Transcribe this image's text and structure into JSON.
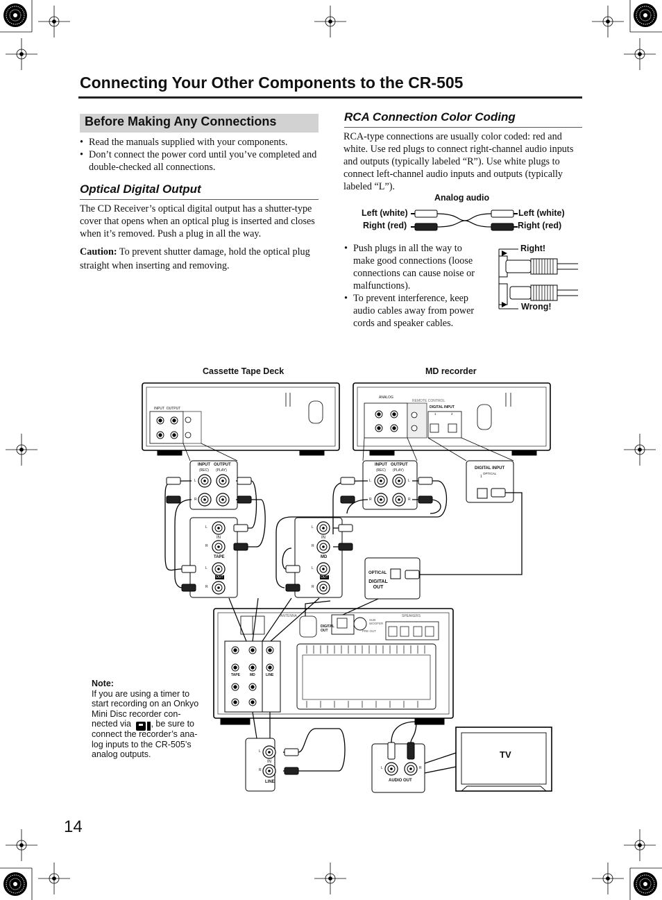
{
  "page_title": "Connecting Your Other Components to the CR-505",
  "page_number": "14",
  "before_section": {
    "heading": "Before Making Any Connections",
    "bullets": [
      "Read the manuals supplied with your components.",
      "Don’t connect the power cord until you’ve completed and double-checked all connections."
    ]
  },
  "optical_section": {
    "heading": "Optical Digital Output",
    "paragraph": "The CD Receiver’s optical digital output has a shutter-type cover that opens when an optical plug is inserted and closes when it’s removed. Push a plug in all the way.",
    "caution_label": "Caution:",
    "caution_text": " To prevent shutter damage, hold the optical plug straight when inserting and removing."
  },
  "rca_section": {
    "heading": "RCA Connection Color Coding",
    "paragraph": "RCA-type connections are usually color coded: red and white. Use red plugs to connect right-channel audio inputs and outputs (typically labeled “R”). Use white plugs to connect left-channel audio inputs and outputs (typically labeled “L”).",
    "bullets": [
      "Push plugs in all the way to make good connections (loose connections can cause noise or malfunctions).",
      "To prevent interference, keep audio cables away from power cords and speaker cables."
    ]
  },
  "rca_figure": {
    "title": "Analog audio",
    "left_white": "Left (white)",
    "right_red": "Right (red)",
    "right_ok": "Right!",
    "wrong": "Wrong!"
  },
  "diagram": {
    "cassette_label": "Cassette Tape Deck",
    "md_label": "MD recorder",
    "tv_label": "TV",
    "input": "INPUT",
    "output": "OUTPUT",
    "rec": "(REC)",
    "play": "(PLAY)",
    "analog": "ANALOG",
    "remote_control": "REMOTE CONTROL",
    "digital_input": "DIGITAL INPUT",
    "optical_small": "OPTICAL",
    "optical": "OPTICAL",
    "digital_out": "DIGITAL OUT",
    "in": "IN",
    "out": "OUT",
    "tape": "TAPE",
    "md": "MD",
    "line": "LINE",
    "audio_out": "AUDIO OUT",
    "antenna": "ANTENNA",
    "speakers": "SPEAKERS",
    "subwoofer": "SUB WOOFER",
    "pre_out": "PRE OUT",
    "left": "L",
    "right": "R",
    "one": "1",
    "two": "2"
  },
  "note": {
    "title": "Note:",
    "text_before_icon": "If you are using a timer to start recording on an Onkyo Mini Disc recorder con-nected via ",
    "text_after_icon": ", be sure to connect the recorder’s ana-log inputs to the CR-505’s analog outputs."
  }
}
